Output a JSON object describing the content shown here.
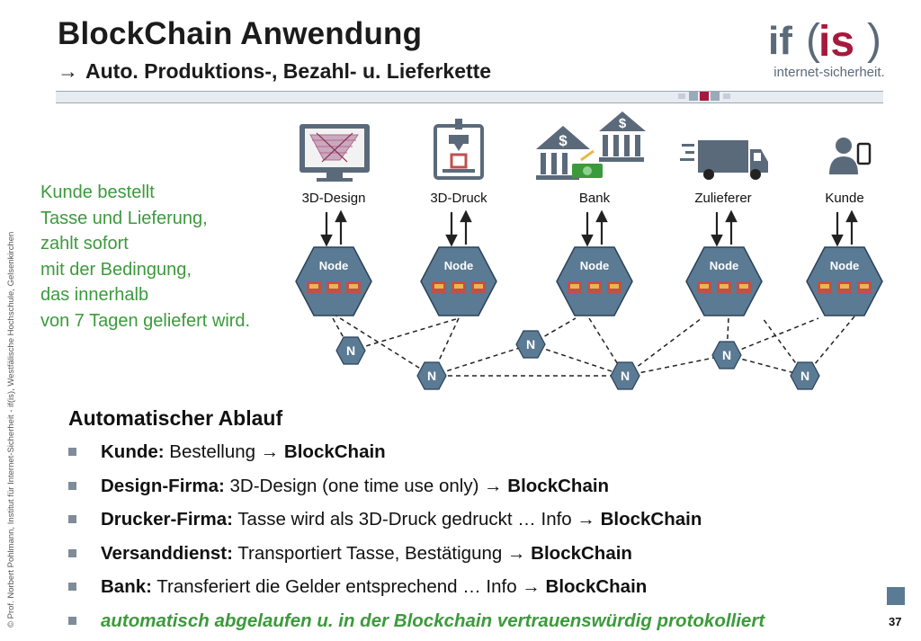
{
  "header": {
    "title": "BlockChain Anwendung",
    "subtitle_arrow": "→",
    "subtitle": "Auto. Produktions-, Bezahl- u. Lieferkette"
  },
  "logo": {
    "text": "internet-sicherheit.",
    "colors": {
      "slate": "#5b6a7a",
      "red": "#a6193c"
    }
  },
  "side_credit": "© Prof.  Norbert Pohlmann, Institut für Internet-Sicherheit - if(is), Westfälische Hochschule, Gelsenkirchen",
  "story": {
    "lines": [
      "Kunde bestellt",
      "Tasse und Lieferung,",
      "zahlt sofort",
      "mit der Bedingung,",
      "das innerhalb",
      "von 7 Tagen geliefert wird."
    ],
    "color": "#3c9a3c"
  },
  "diagram": {
    "parties": [
      {
        "label": "3D-Design",
        "icon": "monitor-3d-design-icon"
      },
      {
        "label": "3D-Druck",
        "icon": "3d-printer-icon"
      },
      {
        "label": "Bank",
        "icon": "bank-icon"
      },
      {
        "label": "Zulieferer",
        "icon": "delivery-truck-icon"
      },
      {
        "label": "Kunde",
        "icon": "customer-phone-icon"
      }
    ],
    "node_label": "Node",
    "small_node_label": "N",
    "colors": {
      "node_fill": "#5b7a94",
      "node_stroke": "#2b4258",
      "block": "#c0504d",
      "block_face": "#e8b84a",
      "green": "#3c9a3c"
    }
  },
  "section": {
    "heading": "Automatischer Ablauf",
    "bullets": [
      {
        "bold": "Kunde:",
        "text": " Bestellung ",
        "arrow": "→",
        "tail": " BlockChain"
      },
      {
        "bold": "Design-Firma:",
        "text": " 3D-Design (one time use only) ",
        "arrow": "→",
        "tail": " BlockChain"
      },
      {
        "bold": "Drucker-Firma:",
        "text": " Tasse wird als 3D-Druck gedruckt … Info ",
        "arrow": "→",
        "tail": " BlockChain"
      },
      {
        "bold": "Versanddienst:",
        "text": " Transportiert Tasse, Bestätigung ",
        "arrow": "→",
        "tail": " BlockChain"
      },
      {
        "bold": "Bank:",
        "text": " Transferiert die Gelder entsprechend  … Info ",
        "arrow": "→",
        "tail": " BlockChain"
      }
    ],
    "final": "automatisch abgelaufen u. in der Blockchain vertrauenswürdig protokolliert"
  },
  "footer": {
    "page_number": "37"
  }
}
